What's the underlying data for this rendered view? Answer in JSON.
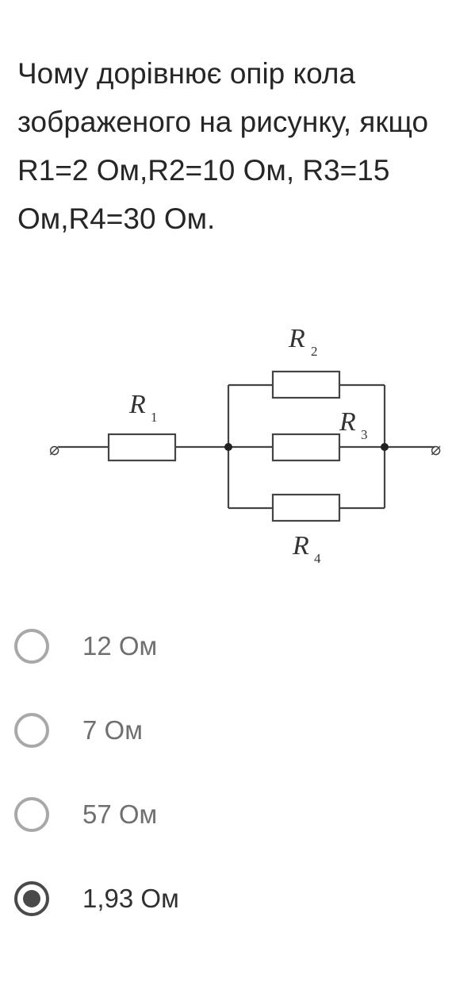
{
  "question": {
    "text": "Чому дорівнює опір кола зображеного на рисунку, якщо R1=2 Ом,R2=10 Ом, R3=15 Ом,R4=30 Ом."
  },
  "figure": {
    "r1": {
      "letter": "R",
      "sub": "1"
    },
    "r2": {
      "letter": "R",
      "sub": "2"
    },
    "r3": {
      "letter": "R",
      "sub": "3"
    },
    "r4": {
      "letter": "R",
      "sub": "4"
    },
    "terminal_symbol": "⌀"
  },
  "options": [
    {
      "label": "12 Ом",
      "selected": false
    },
    {
      "label": "7 Ом",
      "selected": false
    },
    {
      "label": "57 Ом",
      "selected": false
    },
    {
      "label": "1,93 Ом",
      "selected": true
    }
  ]
}
